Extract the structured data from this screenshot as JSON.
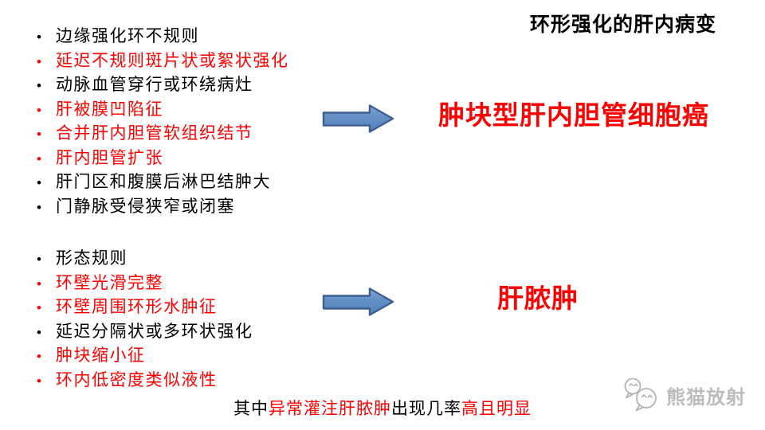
{
  "slide": {
    "title": "环形强化的肝内病变",
    "sections": [
      {
        "items": [
          {
            "text": "边缘强化环不规则",
            "emphasis": false
          },
          {
            "text": "延迟不规则斑片状或絮状强化",
            "emphasis": true
          },
          {
            "text": "动脉血管穿行或环绕病灶",
            "emphasis": false
          },
          {
            "text": "肝被膜凹陷征",
            "emphasis": true
          },
          {
            "text": "合并肝内胆管软组织结节",
            "emphasis": true
          },
          {
            "text": "肝内胆管扩张",
            "emphasis": true
          },
          {
            "text": "肝门区和腹膜后淋巴结肿大",
            "emphasis": false
          },
          {
            "text": "门静脉受侵狭窄或闭塞",
            "emphasis": false
          }
        ],
        "arrow_icon": "right-arrow-icon",
        "diagnosis": "肿块型肝内胆管细胞癌"
      },
      {
        "items": [
          {
            "text": "形态规则",
            "emphasis": false
          },
          {
            "text": "环壁光滑完整",
            "emphasis": true
          },
          {
            "text": "环壁周围环形水肿征",
            "emphasis": true
          },
          {
            "text": "延迟分隔状或多环状强化",
            "emphasis": false
          },
          {
            "text": "肿块缩小征",
            "emphasis": true
          },
          {
            "text": "环内低密度类似液性",
            "emphasis": true
          }
        ],
        "arrow_icon": "right-arrow-icon",
        "diagnosis": "肝脓肿"
      }
    ],
    "footnote_segments": [
      {
        "text": "其中",
        "emphasis": false
      },
      {
        "text": "异常灌注肝脓肿",
        "emphasis": true
      },
      {
        "text": "出现几率",
        "emphasis": false
      },
      {
        "text": "高且明显",
        "emphasis": true
      }
    ],
    "watermark": {
      "text": "熊猫放射",
      "logo_icon": "panda-chat-bubbles-icon"
    },
    "colors": {
      "red": "#ff0000",
      "black": "#000000",
      "arrow_fill": "#4f81bd",
      "arrow_fill_light": "#87aad5",
      "arrow_stroke": "#3d6091",
      "watermark_gray": "#bcbcbc"
    }
  }
}
